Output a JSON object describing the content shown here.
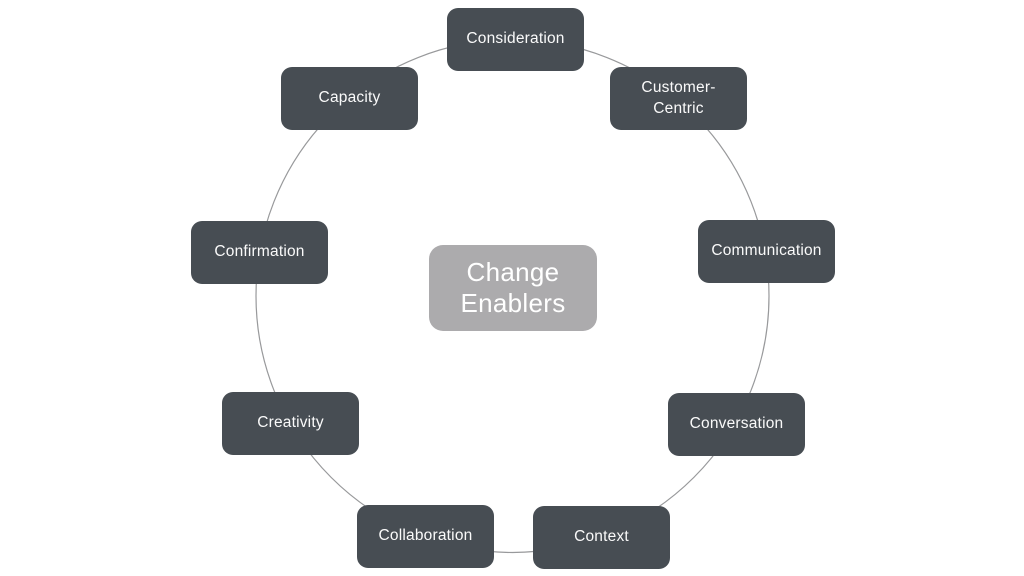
{
  "diagram": {
    "center": {
      "label": "Change\nEnablers"
    },
    "nodes": [
      {
        "label": "Consideration"
      },
      {
        "label": "Customer-\nCentric"
      },
      {
        "label": "Communication"
      },
      {
        "label": "Conversation"
      },
      {
        "label": "Context"
      },
      {
        "label": "Collaboration"
      },
      {
        "label": "Creativity"
      },
      {
        "label": "Confirmation"
      },
      {
        "label": "Capacity"
      }
    ],
    "colors": {
      "background": "#ffffff",
      "node_fill": "#474d53",
      "node_text": "#fafafa",
      "center_fill": "#acabad",
      "center_text": "#ffffff",
      "ring_stroke": "#98999b"
    }
  }
}
